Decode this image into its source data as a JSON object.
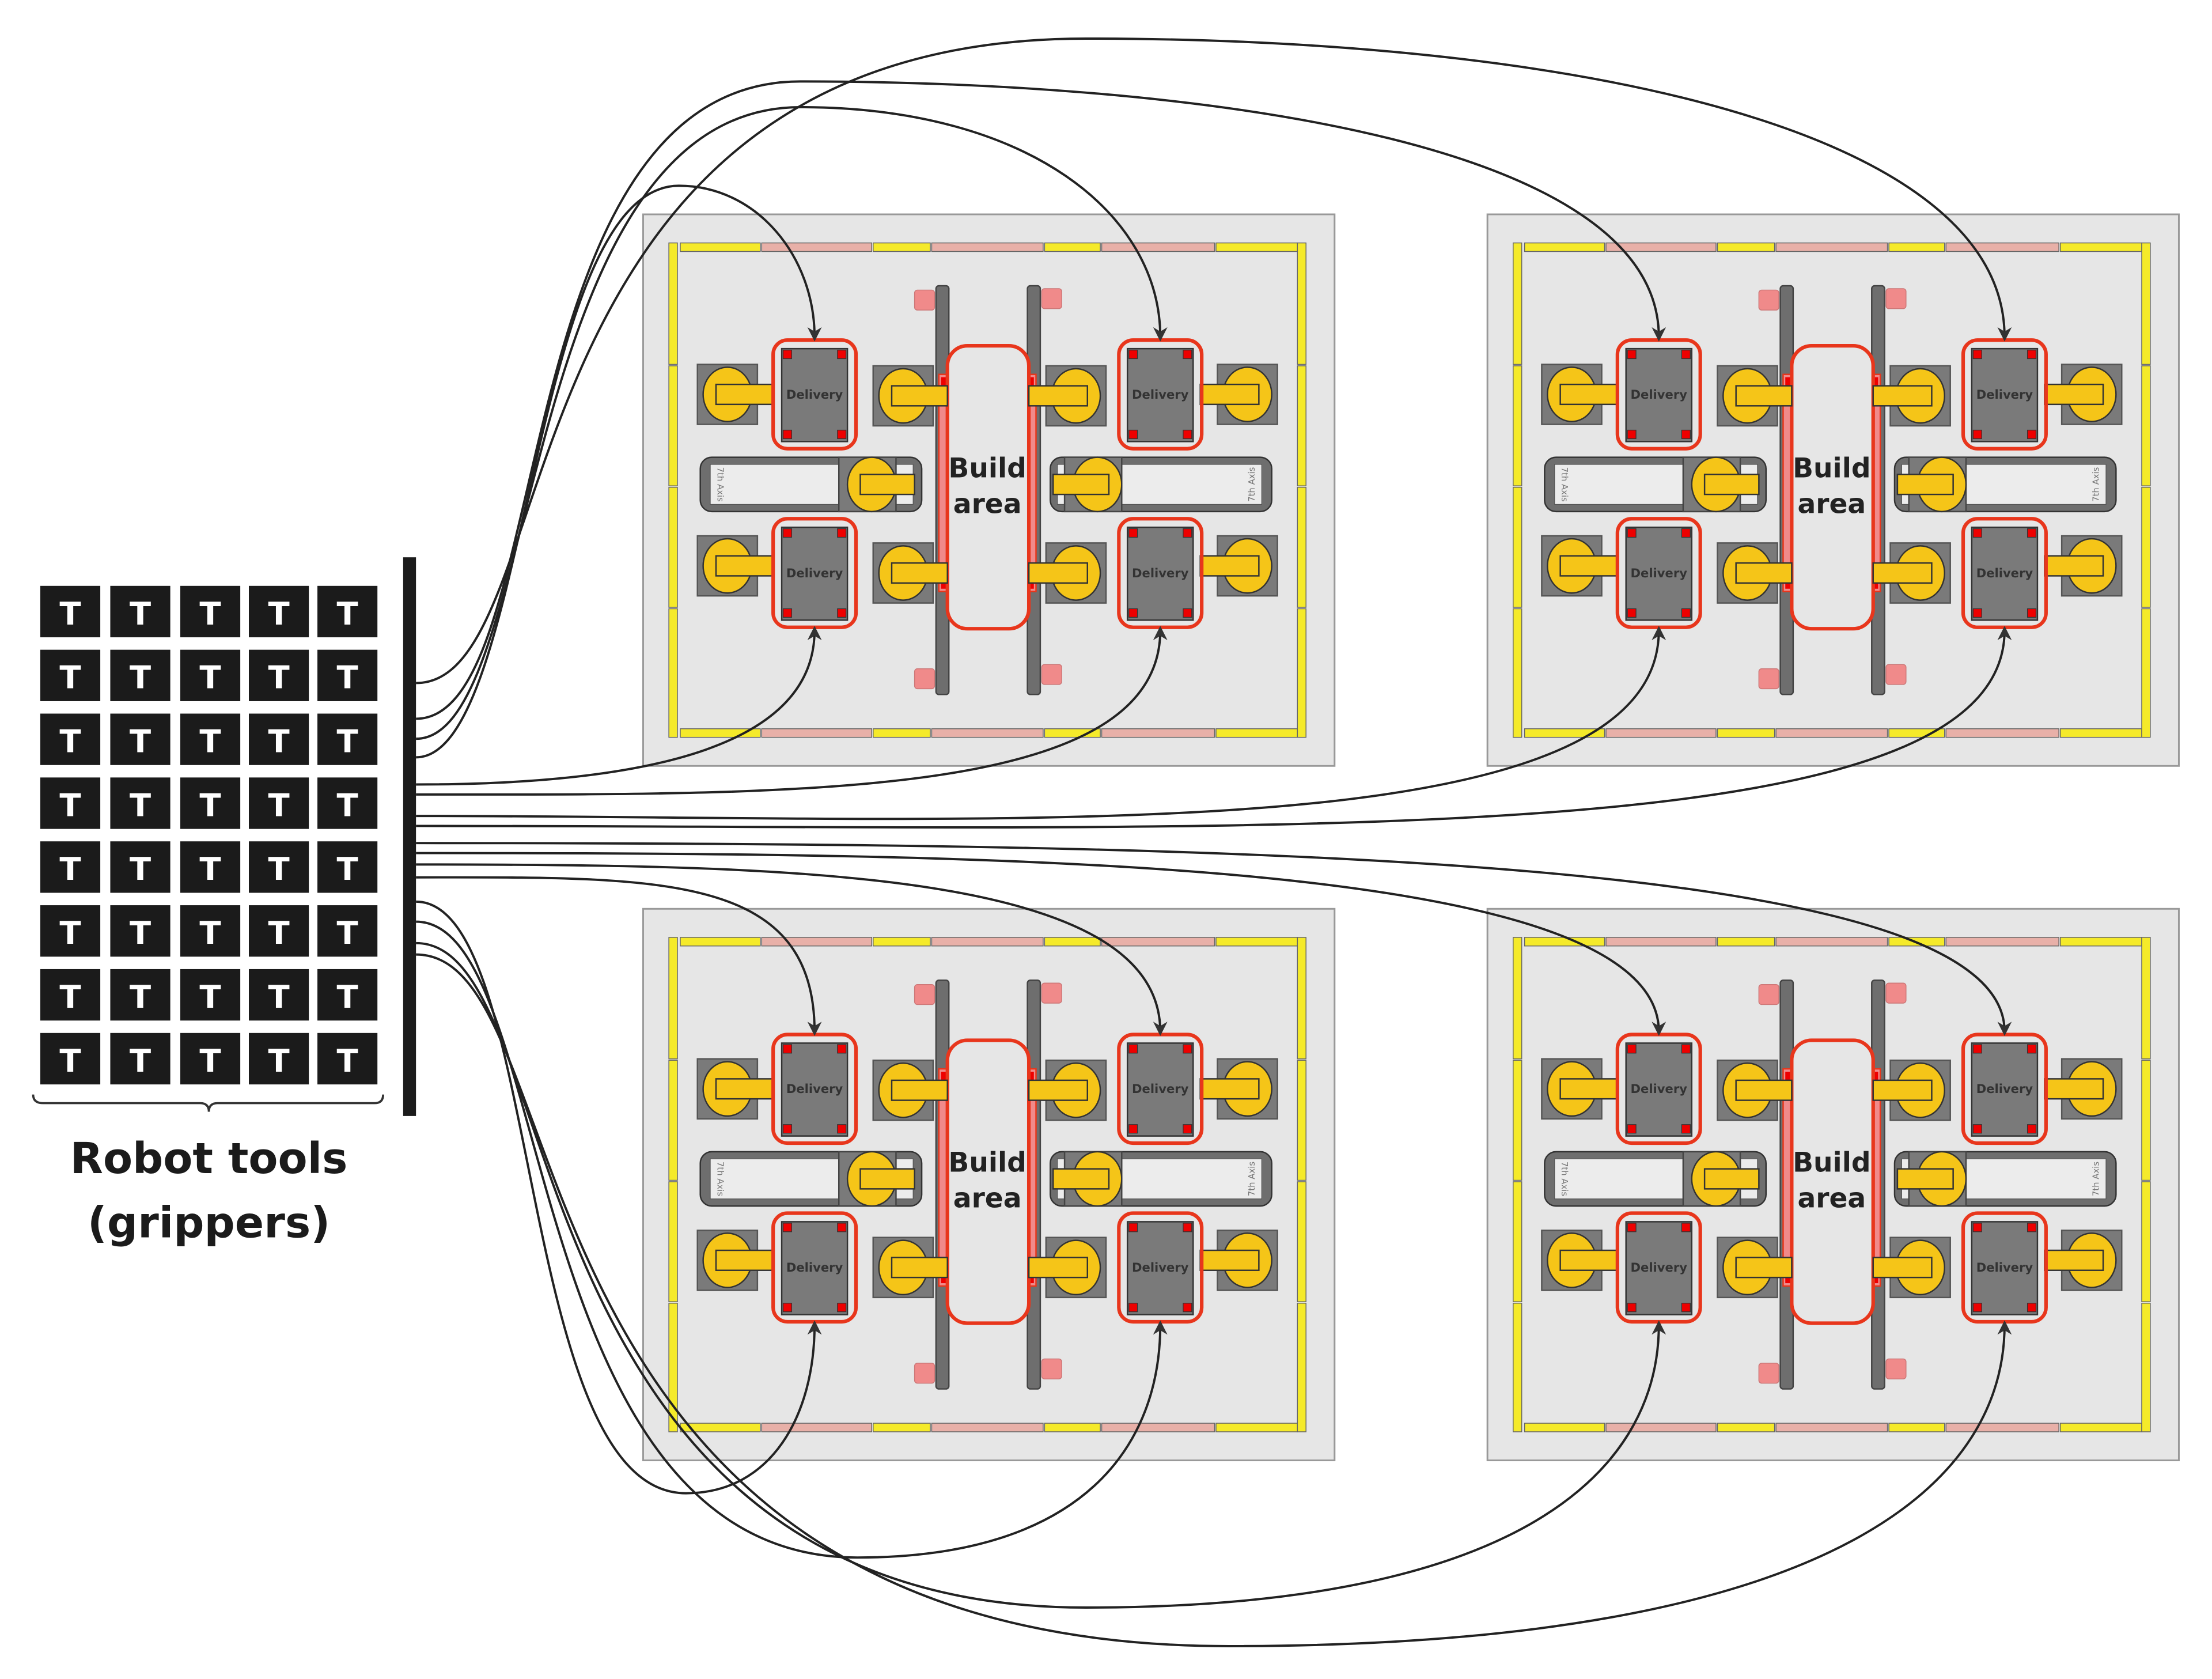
{
  "tool_rack": {
    "tile_label": "T",
    "rows": 8,
    "columns": 5,
    "caption_line1": "Robot tools",
    "caption_line2": "(grippers)"
  },
  "cell_labels": {
    "delivery": "Delivery",
    "build_line1": "Build",
    "build_line2": "area",
    "seventh_axis": "7th Axis"
  },
  "cells": [
    {
      "id": "cell-top-left"
    },
    {
      "id": "cell-top-right"
    },
    {
      "id": "cell-bottom-left"
    },
    {
      "id": "cell-bottom-right"
    }
  ],
  "colors": {
    "cell_bg": "#e6e6e6",
    "fence_yellow": "#f5ea2a",
    "fence_pink": "#e8b0a8",
    "robot_yellow": "#f5c518",
    "equipment_gray": "#7a7a7a",
    "highlight_red": "#e8361c",
    "marker_pink": "#f08a8a",
    "tile_black": "#1b1b1b",
    "arrow": "#222222"
  }
}
